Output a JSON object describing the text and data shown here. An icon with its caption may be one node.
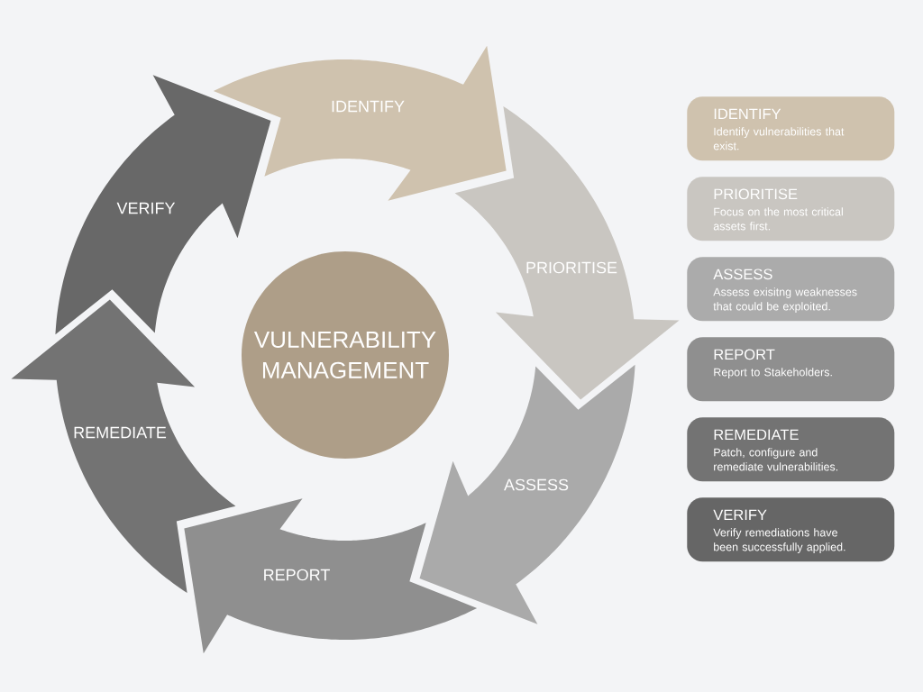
{
  "diagram": {
    "nodes": [
      {
        "text": [
          "IDENTIFY"
        ]
      },
      {
        "text": [
          "PRIORITISE"
        ]
      },
      {
        "text": [
          "ASSESS"
        ]
      },
      {
        "text": [
          "REPORT"
        ]
      },
      {
        "text": [
          "REMEDIATE"
        ]
      },
      {
        "text": [
          "VERIFY"
        ]
      },
      {
        "text": [
          "VULNERABILITY MANAGEMENT"
        ]
      },
      {
        "text": [
          "IDENTIFY",
          "Identify vulnerabilities that exist."
        ]
      },
      {
        "text": [
          "PRIORITISE",
          "Focus on the most critical assets first."
        ]
      },
      {
        "text": [
          "ASSESS",
          "Assess exisitng weaknesses that could be exploited."
        ]
      },
      {
        "text": [
          "REPORT",
          "Report to Stakeholders."
        ]
      },
      {
        "text": [
          "REMEDIATE",
          "Patch, configure and remediate vulnerabilities."
        ]
      },
      {
        "text": [
          "VERIFY",
          "Verify remediations have been successfully applied."
        ]
      }
    ]
  }
}
